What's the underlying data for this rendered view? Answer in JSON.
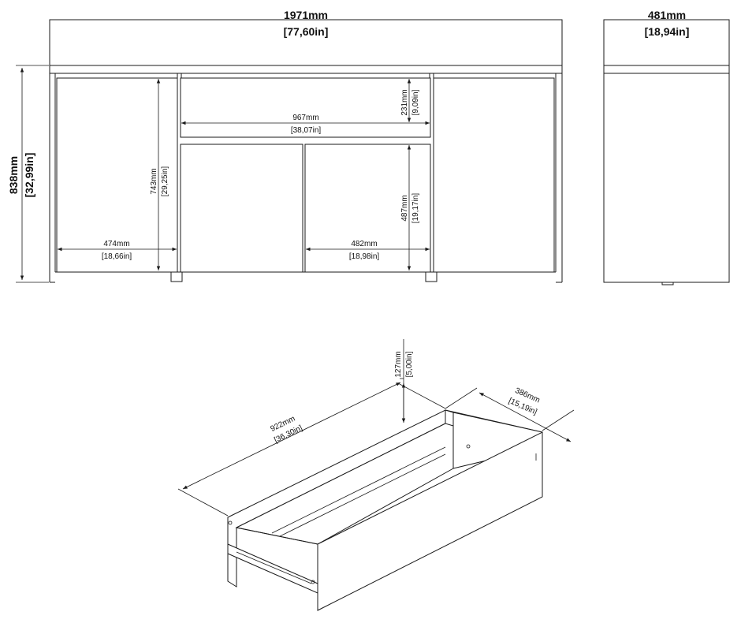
{
  "front_view": {
    "width": {
      "mm": "1971mm",
      "in": "[77,60in]"
    },
    "height": {
      "mm": "838mm",
      "in": "[32,99in]"
    },
    "cabinet_height": {
      "mm": "743mm",
      "in": "[29,25in]"
    },
    "left_width": {
      "mm": "474mm",
      "in": "[18,66in]"
    },
    "drawer_width": {
      "mm": "967mm",
      "in": "[38,07in]"
    },
    "drawer_height": {
      "mm": "231mm",
      "in": "[9,09in]"
    },
    "door_height": {
      "mm": "487mm",
      "in": "[19,17in]"
    },
    "door_width": {
      "mm": "482mm",
      "in": "[18,98in]"
    }
  },
  "side_view": {
    "depth": {
      "mm": "481mm",
      "in": "[18,94in]"
    }
  },
  "drawer_view": {
    "length": {
      "mm": "922mm",
      "in": "[36,30in]"
    },
    "depth": {
      "mm": "386mm",
      "in": "[15,19in]"
    },
    "height": {
      "mm": "127mm",
      "in": "[5,00in]"
    }
  }
}
